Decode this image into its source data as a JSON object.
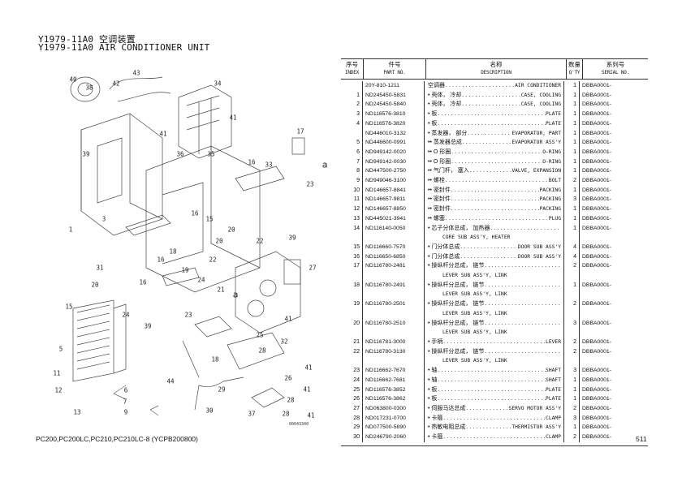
{
  "header": {
    "title_cn": "Y1979-11A0 空调装置",
    "title_en": "Y1979-11A0 AIR CONDITIONER UNIT"
  },
  "diagram": {
    "callouts": [
      "40",
      "38",
      "42",
      "43",
      "34",
      "41",
      "41",
      "36",
      "35",
      "39",
      "17",
      "16",
      "33",
      "23",
      "a",
      "3",
      "1",
      "16",
      "15",
      "20",
      "20",
      "22",
      "39",
      "18",
      "16",
      "22",
      "31",
      "19",
      "16",
      "24",
      "21",
      "20",
      "27",
      "15",
      "a",
      "23",
      "24",
      "39",
      "41",
      "25",
      "5",
      "32",
      "28",
      "18",
      "41",
      "11",
      "26",
      "44",
      "12",
      "6",
      "29",
      "7",
      "28",
      "41",
      "13",
      "9",
      "30",
      "37",
      "28",
      "41"
    ],
    "figure_code": "00043340"
  },
  "table": {
    "headers": {
      "index_cn": "序号",
      "index_en": "INDEX",
      "part_cn": "件号",
      "part_en": "PART NO.",
      "desc_cn": "名称",
      "desc_en": "DESCRIPTION",
      "qty_cn": "数量",
      "qty_en": "Q'TY",
      "serial_cn": "系列号",
      "serial_en": "SERIAL NO."
    },
    "rows": [
      {
        "index": "",
        "part": "20Y-810-1211",
        "cn": "空调器",
        "en": "AIR CONDITIONER",
        "qty": "1",
        "serial": "DBBA0001-"
      },
      {
        "index": "1",
        "part": "ND245450-5831",
        "cn": "• 壳体， 冷却",
        "en": "CASE, COOLING",
        "qty": "1",
        "serial": "DBBA0001-"
      },
      {
        "index": "2",
        "part": "ND245450-5840",
        "cn": "• 壳体， 冷却",
        "en": "CASE, COOLING",
        "qty": "1",
        "serial": "DBBA0001-"
      },
      {
        "index": "3",
        "part": "ND116576-3810",
        "cn": "• 板",
        "en": "PLATE",
        "qty": "1",
        "serial": "DBBA0001-"
      },
      {
        "index": "4",
        "part": "ND116576-3820",
        "cn": "• 板",
        "en": "PLATE",
        "qty": "1",
        "serial": "DBBA0001-"
      },
      {
        "index": "",
        "part": "ND446010-3132",
        "cn": "• 蒸发器， 部分",
        "en": "EVAPORATOR, PART",
        "qty": "1",
        "serial": "DBBA0001-"
      },
      {
        "index": "5",
        "part": "ND446600-0991",
        "cn": "•• 蒸发器总成",
        "en": "EVAPORATOR ASS'Y",
        "qty": "1",
        "serial": "DBBA0001-"
      },
      {
        "index": "6",
        "part": "ND949142-0020",
        "cn": "•• O 形圈",
        "en": "O-RING",
        "qty": "1",
        "serial": "DBBA0001-"
      },
      {
        "index": "7",
        "part": "ND949142-0030",
        "cn": "•• O 形圈",
        "en": "O-RING",
        "qty": "1",
        "serial": "DBBA0001-"
      },
      {
        "index": "8",
        "part": "ND447500-2750",
        "cn": "•• 气门杆， 塞入",
        "en": "VALVE, EXPANSION",
        "qty": "1",
        "serial": "DBBA0001-"
      },
      {
        "index": "9",
        "part": "ND949046-3100",
        "cn": "•• 螺栓",
        "en": "BOLT",
        "qty": "2",
        "serial": "DBBA0001-"
      },
      {
        "index": "10",
        "part": "ND146657-8841",
        "cn": "•• 密封件",
        "en": "PACKING",
        "qty": "1",
        "serial": "DBBA0001-"
      },
      {
        "index": "11",
        "part": "ND146657-9811",
        "cn": "•• 密封件",
        "en": "PACKING",
        "qty": "3",
        "serial": "DBBA0001-"
      },
      {
        "index": "12",
        "part": "ND146657-8850",
        "cn": "•• 密封件",
        "en": "PACKING",
        "qty": "1",
        "serial": "DBBA0001-"
      },
      {
        "index": "13",
        "part": "ND445021-3941",
        "cn": "•• 螺塞",
        "en": "PLUG",
        "qty": "1",
        "serial": "DBBA0001-"
      },
      {
        "index": "14",
        "part": "ND116140-0050",
        "cn": "• 芯子分体总成， 加热器",
        "en2": "CORE SUB ASS'Y, HEATER",
        "qty": "1",
        "serial": "DBBA0001-"
      },
      {
        "index": "15",
        "part": "ND116660-7570",
        "cn": "• 门分体总成",
        "en": "DOOR SUB ASS'Y",
        "qty": "4",
        "serial": "DBBA0001-"
      },
      {
        "index": "16",
        "part": "ND116650-6850",
        "cn": "• 门分体总成",
        "en": "DOOR SUB ASS'Y",
        "qty": "4",
        "serial": "DBBA0001-"
      },
      {
        "index": "17",
        "part": "ND116780-2481",
        "cn": "• 操纵杆分总成， 链节",
        "en2": "LEVER SUB ASS'Y, LINK",
        "qty": "2",
        "serial": "DBBA0001-"
      },
      {
        "index": "18",
        "part": "ND116780-2491",
        "cn": "• 操纵杆分总成， 链节",
        "en2": "LEVER SUB ASS'Y, LINK",
        "qty": "1",
        "serial": "DBBA0001-"
      },
      {
        "index": "19",
        "part": "ND116780-2501",
        "cn": "• 操纵杆分总成， 链节",
        "en2": "LEVER SUB ASS'Y, LINK",
        "qty": "2",
        "serial": "DBBA0001-"
      },
      {
        "index": "20",
        "part": "ND116780-2510",
        "cn": "• 操纵杆分总成， 链节",
        "en2": "LEVER SUB ASS'Y, LINK",
        "qty": "3",
        "serial": "DBBA0001-"
      },
      {
        "index": "21",
        "part": "ND116781-3000",
        "cn": "• 手柄",
        "en": "LEVER",
        "qty": "2",
        "serial": "DBBA0001-"
      },
      {
        "index": "22",
        "part": "ND116780-3130",
        "cn": "• 操纵杆分总成， 链节",
        "en2": "LEVER SUB ASS'Y, LINK",
        "qty": "2",
        "serial": "DBBA0001-"
      },
      {
        "index": "23",
        "part": "ND116662-7670",
        "cn": "• 轴",
        "en": "SHAFT",
        "qty": "3",
        "serial": "DBBA0001-"
      },
      {
        "index": "24",
        "part": "ND116662-7681",
        "cn": "• 轴",
        "en": "SHAFT",
        "qty": "1",
        "serial": "DBBA0001-"
      },
      {
        "index": "25",
        "part": "ND116576-3852",
        "cn": "• 板",
        "en": "PLATE",
        "qty": "1",
        "serial": "DBBA0001-"
      },
      {
        "index": "26",
        "part": "ND116576-3862",
        "cn": "• 板",
        "en": "PLATE",
        "qty": "1",
        "serial": "DBBA0001-"
      },
      {
        "index": "27",
        "part": "ND063800-0300",
        "cn": "• 伺服马达总成",
        "en": "SERVO MOTOR ASS'Y",
        "qty": "2",
        "serial": "DBBA0001-"
      },
      {
        "index": "28",
        "part": "ND017231-0700",
        "cn": "• 卡箍",
        "en": "CLAMP",
        "qty": "3",
        "serial": "DBBA0001-"
      },
      {
        "index": "29",
        "part": "ND077500-5890",
        "cn": "• 热敏电阻总成",
        "en": "THERMISTOR ASS'Y",
        "qty": "1",
        "serial": "DBBA0001-"
      },
      {
        "index": "30",
        "part": "ND246790-2060",
        "cn": "• 卡箍",
        "en": "CLAMP",
        "qty": "2",
        "serial": "DBBA0001-"
      }
    ]
  },
  "footer": {
    "models": "PC200,PC200LC,PC210,PC210LC-8 (YCPB200800)",
    "page": "511"
  }
}
